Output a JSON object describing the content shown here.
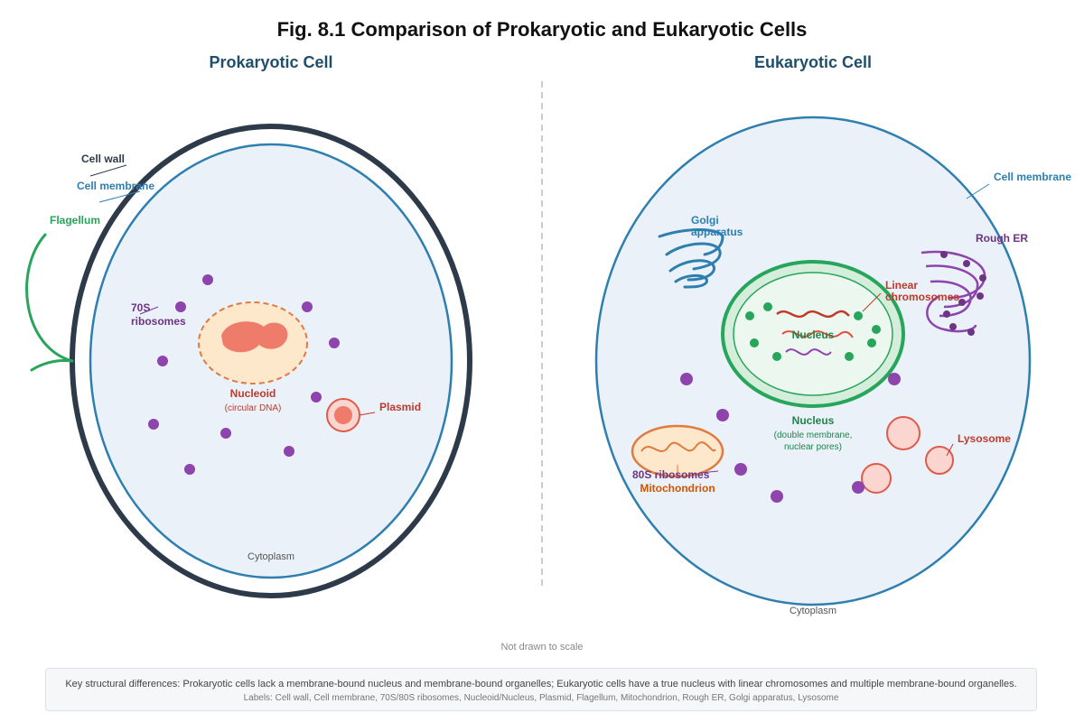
{
  "title": "Fig. 8.1 Comparison of Prokaryotic and Eukaryotic Cells",
  "prokaryote": {
    "heading": "Prokaryotic Cell",
    "cell_wall": "Cell wall",
    "cell_membrane": "Cell membrane",
    "flagellum": "Flagellum",
    "ribosomes_line1": "70S",
    "ribosomes_line2": "ribosomes",
    "nucleoid": "Nucleoid",
    "nucleoid_note": "(circular DNA)",
    "plasmid": "Plasmid",
    "cytoplasm": "Cytoplasm"
  },
  "eukaryote": {
    "heading": "Eukaryotic Cell",
    "cell_membrane": "Cell membrane",
    "golgi_line1": "Golgi",
    "golgi_line2": "apparatus",
    "rough_er": "Rough ER",
    "linear_line1": "Linear",
    "linear_line2": "chromosomes",
    "nucleus_inner": "Nucleus",
    "nucleus": "Nucleus",
    "nucleus_note_line1": "(double membrane,",
    "nucleus_note_line2": "nuclear pores)",
    "lysosome": "Lysosome",
    "ribosomes": "80S ribosomes",
    "mitochondrion": "Mitochondrion",
    "cytoplasm": "Cytoplasm"
  },
  "scale_note": "Not drawn to scale",
  "footer": {
    "main": "Key structural differences: Prokaryotic cells lack a membrane-bound nucleus and membrane-bound organelles; Eukaryotic cells have a true nucleus with linear chromosomes and multiple membrane-bound organelles.",
    "labels": "Labels: Cell wall, Cell membrane, 70S/80S ribosomes, Nucleoid/Nucleus, Plasmid, Flagellum, Mitochondrion, Rough ER, Golgi apparatus, Lysosome"
  },
  "colors": {
    "cell_wall": "#2d3a4a",
    "membrane": "#2e7fb0",
    "cytoplasm_fill": "#eaf1f8",
    "ribosome": "#8e44ad",
    "nucleoid": "#e07a3f",
    "dna": "#ef7b6b",
    "plasmid": "#e05a4a",
    "flagellum": "#27a55a",
    "nucleus": "#27a55a",
    "er": "#8e44ad",
    "mitochondrion": "#e07a3f",
    "lysosome": "#e05a4a"
  }
}
